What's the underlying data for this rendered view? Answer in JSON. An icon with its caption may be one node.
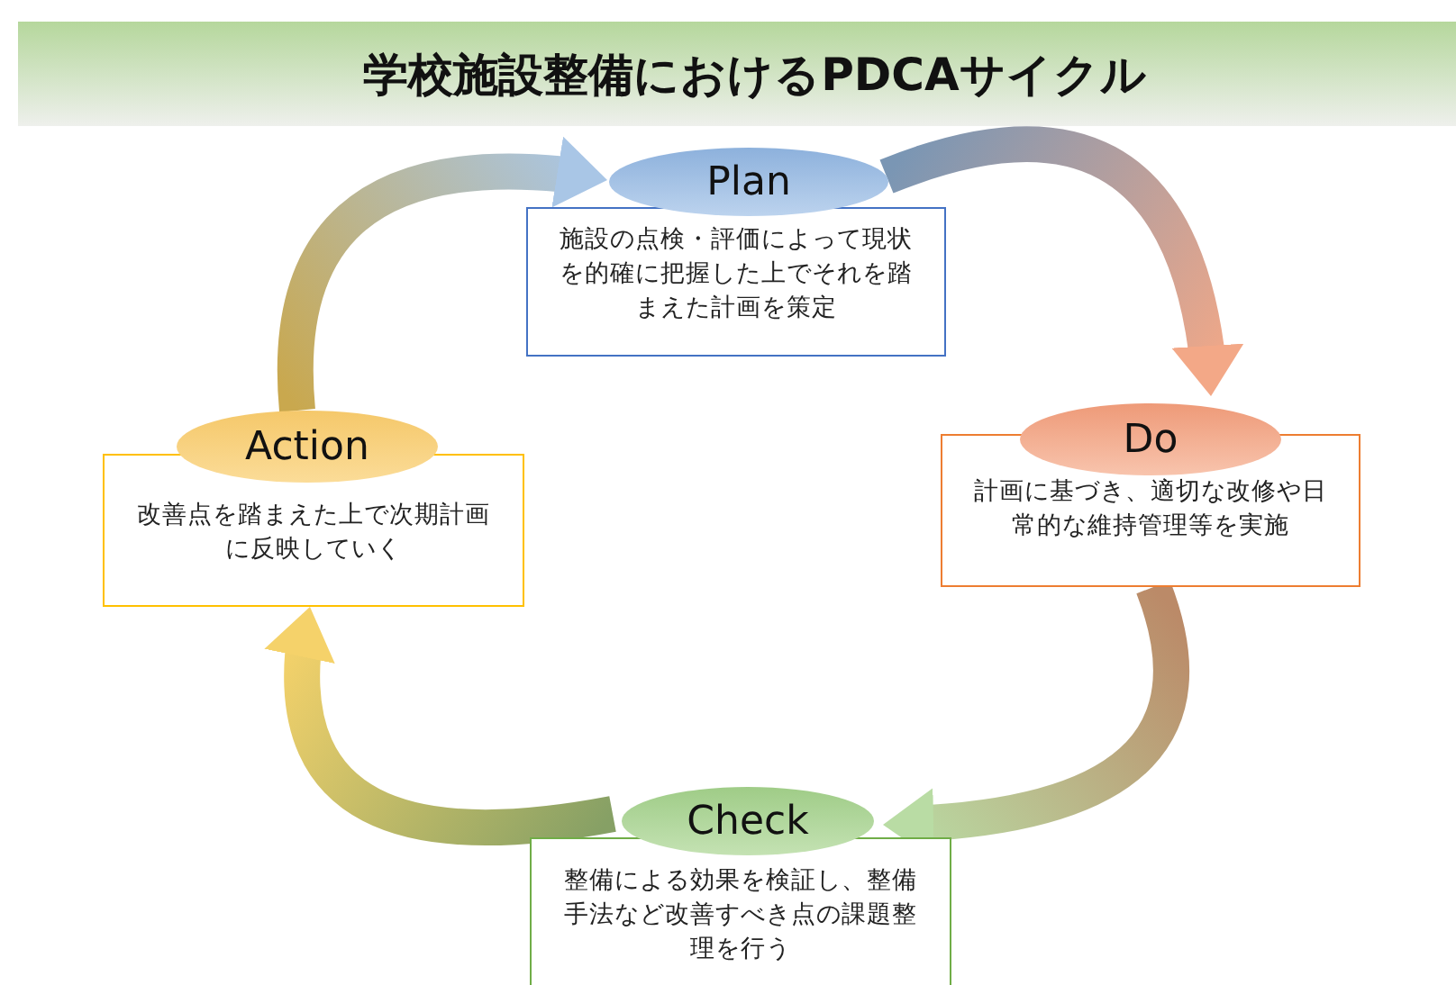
{
  "diagram": {
    "title": "学校施設整備におけるPDCAサイクル",
    "nodes": [
      {
        "text": [
          "Plan",
          "施設の点検・評価によって現状を的確に把握した上でそれを踏まえた計画を策定"
        ]
      },
      {
        "text": [
          "Do",
          "計画に基づき、適切な改修や日常的な維持管理等を実施"
        ]
      },
      {
        "text": [
          "Check",
          "整備による効果を検証し、整備手法など改善すべき点の課題整理を行う"
        ]
      },
      {
        "text": [
          "Action",
          "改善点を踏まえた上で次期計画に反映していく"
        ]
      }
    ],
    "edges": [
      {
        "from": 0,
        "to": 1,
        "arrow": "to"
      },
      {
        "from": 1,
        "to": 2,
        "arrow": "to"
      },
      {
        "from": 2,
        "to": 3,
        "arrow": "to"
      },
      {
        "from": 3,
        "to": 0,
        "arrow": "to"
      }
    ]
  }
}
